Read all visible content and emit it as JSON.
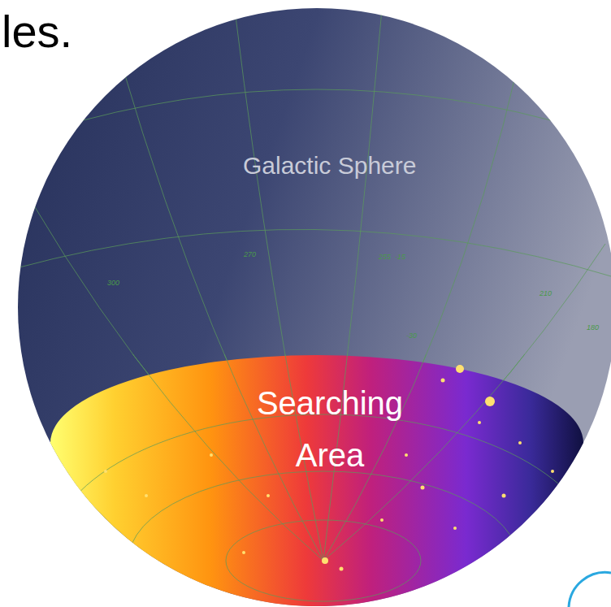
{
  "diagram": {
    "nodes": [
      {
        "text": [
          "Galactic Sphere"
        ]
      },
      {
        "text": [
          "Searching Area"
        ],
        "in": 0
      }
    ],
    "labels": [
      "les.",
      "300",
      "270",
      "255",
      "-15",
      "210",
      "180",
      "-30"
    ]
  }
}
